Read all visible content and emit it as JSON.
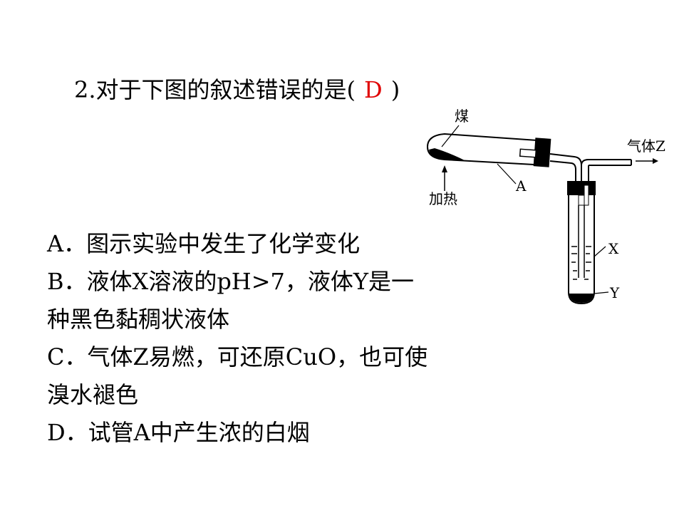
{
  "question": {
    "prefix": "2.对于下图的叙述错误的是(",
    "answer": "D",
    "suffix": ")"
  },
  "options": [
    {
      "label": "A．",
      "lines": [
        "图示实验中发生了化学变化"
      ]
    },
    {
      "label": "B．",
      "lines": [
        "液体X溶液的pH>7，液体Y是一",
        "种黑色黏稠状液体"
      ]
    },
    {
      "label": "C．",
      "lines": [
        "气体Z易燃，可还原CuO，也可使",
        "溴水褪色"
      ]
    },
    {
      "label": "D．",
      "lines": [
        "试管A中产生浓的白烟"
      ]
    }
  ],
  "figure": {
    "coal": "煤",
    "heat": "加热",
    "tube_a": "A",
    "gas_z": "气体Z",
    "liquid_x": "X",
    "liquid_y": "Y"
  }
}
